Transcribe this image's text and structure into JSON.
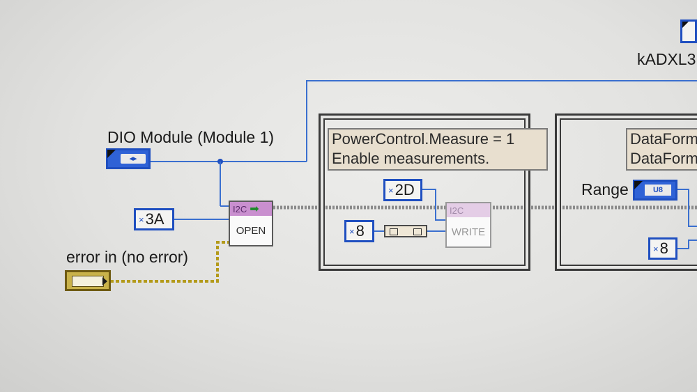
{
  "labels": {
    "dio_module": "DIO Module (Module 1)",
    "error_in": "error in (no error)",
    "range": "Range",
    "kadxl": "kADXL3"
  },
  "constants": {
    "addr": "3A",
    "reg1": "2D",
    "count1": "8",
    "count2": "8"
  },
  "comments": {
    "power_line1": "PowerControl.Measure = 1",
    "power_line2": "Enable measurements.",
    "data_line1": "DataForm",
    "data_line2": "DataForm"
  },
  "vis": {
    "open_top": "I2C",
    "open_label": "OPEN",
    "write_top": "I2C",
    "write_label": "WRITE"
  },
  "range_type": "U8",
  "colors": {
    "wire_blue": "#1f4fc0",
    "error_wire": "#b39a1a",
    "i2c_header": "#c98fcf"
  }
}
